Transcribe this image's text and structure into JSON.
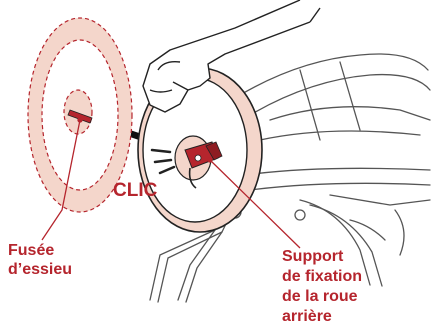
{
  "labels": {
    "clic": "CLIC",
    "axle": "Fusée\nd’essieu",
    "mount": "Support\nde fixation\nde la roue\narrière"
  },
  "colors": {
    "accent": "#b5252d",
    "wheel_fill": "#f4d6cb",
    "line": "#222222",
    "frame": "#555555"
  },
  "icons": {
    "motion_arrow": "arrow-right-icon",
    "hand": "hand-icon",
    "chair": "wheelchair-frame-icon"
  }
}
